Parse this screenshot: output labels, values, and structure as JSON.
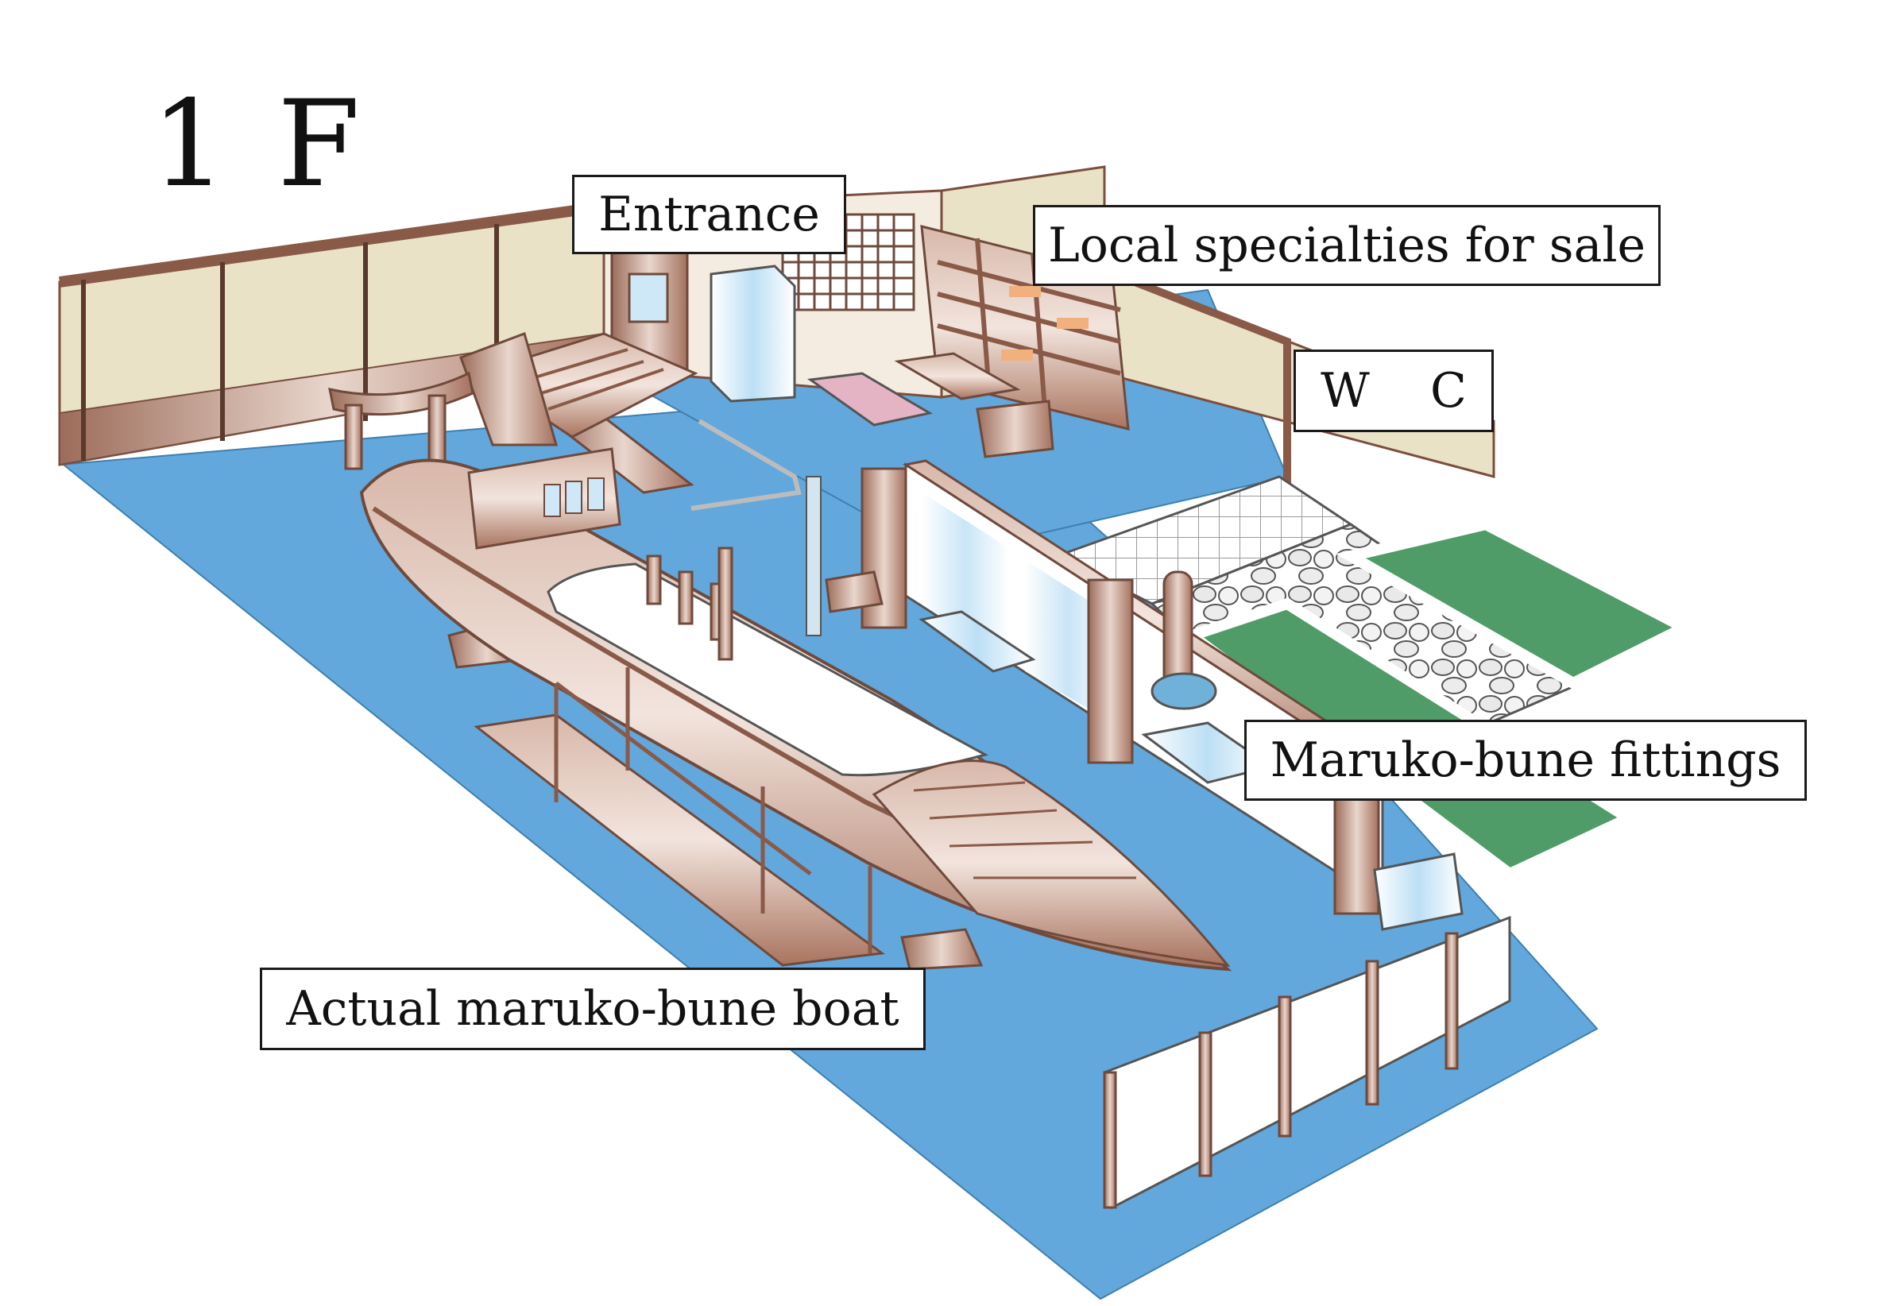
{
  "floor_title": "1 F",
  "labels": {
    "entrance": "Entrance",
    "specialties": "Local specialties for sale",
    "wc": "W    C",
    "fittings": "Maruko-bune fittings",
    "boat": "Actual maruko-bune boat"
  },
  "colors": {
    "floor": "#62a8dc",
    "wall": "#e9e2c7",
    "wood": "#b98a76",
    "wood_dark": "#8a5a48",
    "lawn": "#4f9c68",
    "deck": "#ffffff"
  }
}
